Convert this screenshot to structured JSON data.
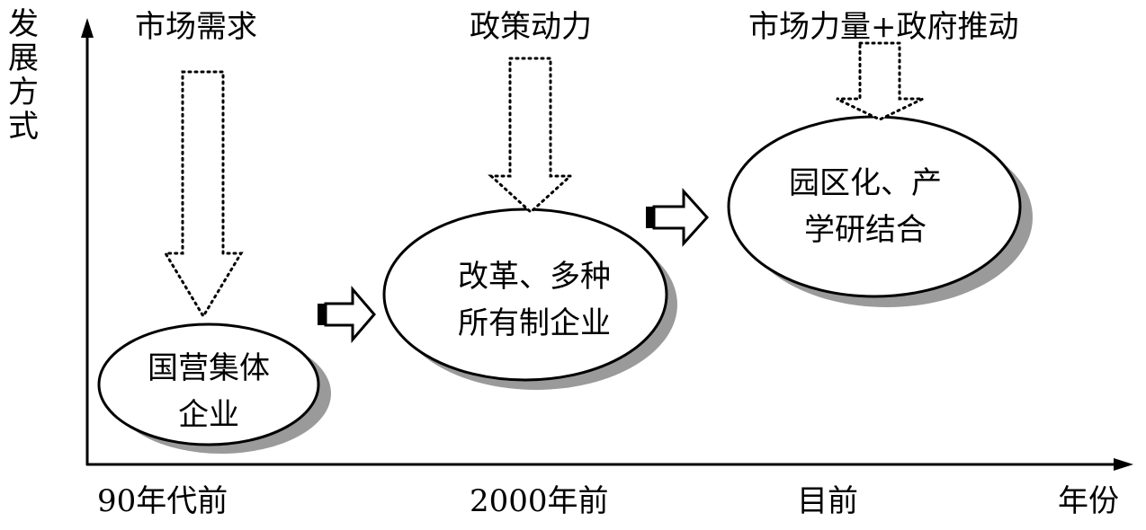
{
  "y_axis": {
    "title_chars": [
      "发",
      "展",
      "方",
      "式"
    ]
  },
  "x_axis": {
    "title": "年份",
    "ticks": [
      "90年代前",
      "2000年前",
      "目前"
    ]
  },
  "drivers": [
    "市场需求",
    "政策动力",
    "市场力量+政府推动"
  ],
  "stages": [
    {
      "line1": "国营集体",
      "line2": "企业"
    },
    {
      "line1": "改革、多种",
      "line2": "所有制企业"
    },
    {
      "line1": "园区化、产",
      "line2": "学研结合"
    }
  ]
}
